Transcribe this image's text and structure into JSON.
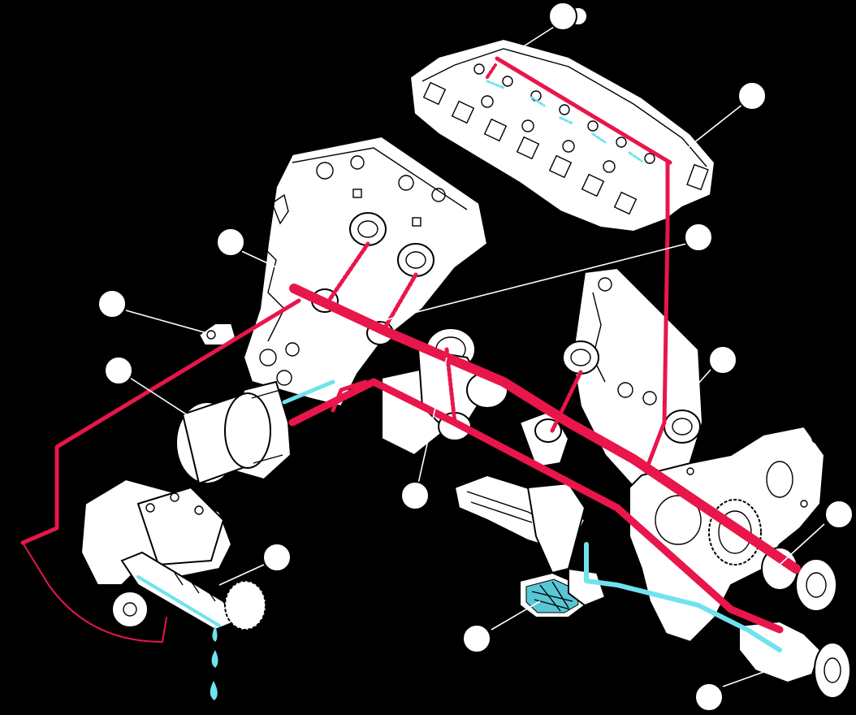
{
  "colors": {
    "background": "#000000",
    "pressure_oil": "#e8164a",
    "return_oil": "#6fe3ee",
    "part_fill": "#ffffff",
    "part_outline": "#000000"
  },
  "parts": [
    {
      "id": "cylinder-head",
      "icon": "cylinder-head-icon"
    },
    {
      "id": "cylinder-block",
      "icon": "cylinder-block-icon"
    },
    {
      "id": "oil-filter",
      "icon": "oil-filter-cartridge-icon"
    },
    {
      "id": "oil-pressure-switch",
      "icon": "pressure-switch-icon"
    },
    {
      "id": "crankshaft",
      "icon": "crankshaft-icon"
    },
    {
      "id": "camshaft-bushings",
      "icon": "bushing-icon"
    },
    {
      "id": "injection-pump",
      "icon": "injection-pump-icon"
    },
    {
      "id": "oil-strainer",
      "icon": "strainer-icon"
    },
    {
      "id": "gear-case",
      "icon": "gear-case-icon"
    },
    {
      "id": "oil-pump",
      "icon": "oil-pump-icon"
    },
    {
      "id": "idle-gear",
      "icon": "gear-icon"
    }
  ],
  "callouts": [
    {
      "id": "callout-rocker-arm",
      "label": ""
    },
    {
      "id": "callout-cylinder-head-passage",
      "label": ""
    },
    {
      "id": "callout-main-gallery",
      "label": ""
    },
    {
      "id": "callout-camshaft-bushing",
      "label": ""
    },
    {
      "id": "callout-pressure-switch",
      "label": ""
    },
    {
      "id": "callout-oil-filter",
      "label": ""
    },
    {
      "id": "callout-piston-cooling",
      "label": ""
    },
    {
      "id": "callout-crankshaft-journal",
      "label": ""
    },
    {
      "id": "callout-injection-pump",
      "label": ""
    },
    {
      "id": "callout-idle-gear",
      "label": ""
    },
    {
      "id": "callout-oil-strainer",
      "label": ""
    },
    {
      "id": "callout-oil-pump",
      "label": ""
    }
  ]
}
